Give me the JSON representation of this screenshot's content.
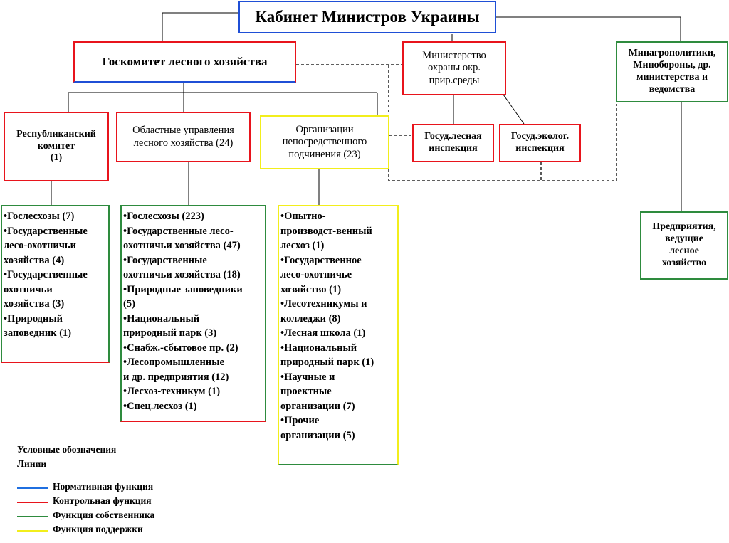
{
  "top": {
    "label": "Кабинет Министров Украины"
  },
  "goskomitet": {
    "label": "Госкомитет лесного хозяйства"
  },
  "ministry_env": {
    "label": "Министерство\nохраны окр.\nприр.среды"
  },
  "minagro": {
    "label": "Минагрополитики,\nМинобороны, др.\nминистерства и\nведомства"
  },
  "republic_committee": {
    "label": "Республиканский\nкомитет\n(1)"
  },
  "regional_admin": {
    "label": "Областные управления\nлесного хозяйства (24)"
  },
  "direct_orgs": {
    "label": "Организации\nнепосредственного\nподчинения (23)"
  },
  "forest_inspection": {
    "label": "Госуд.лесная\nинспекция"
  },
  "eco_inspection": {
    "label": "Госуд.эколог.\nинспекция"
  },
  "enterprises": {
    "label": "Предприятия,\nведущие\nлесное\nхозяйство"
  },
  "republic_list": [
    "•Гослесхозы (7)",
    "•Государственные\nлесо-охотничьи\nхозяйства (4)",
    "•Государственные\nохотничьи\nхозяйства (3)",
    "•Природный\nзаповедник (1)"
  ],
  "regional_list": [
    "•Гослесхозы (223)",
    "•Государственные лесо-\nохотничьи хозяйства (47)",
    "•Государственные\nохотничьи хозяйства (18)",
    "•Природные заповедники\n(5)",
    "•Национальный\nприродный парк (3)",
    "•Снабж.-сбытовое пр. (2)",
    "•Лесопромышленные\nи др. предприятия (12)",
    "•Лесхоз-техникум (1)",
    "•Спец.лесхоз (1)"
  ],
  "direct_list": [
    "•Опытно-\nпроизводст-венный\nлесхоз (1)",
    "•Государственное\nлесо-охотничье\nхозяйство (1)",
    "•Лесотехникумы и\nколледжи (8)",
    "•Лесная школа (1)",
    "•Национальный\nприродный парк (1)",
    "•Научные и\nпроектные\nорганизации (7)",
    "•Прочие\nорганизации (5)"
  ],
  "legend": {
    "title": "Условные обозначения",
    "subtitle": "Линии",
    "items": [
      {
        "label": "Нормативная функция",
        "color": "#1f6fe0"
      },
      {
        "label": "Контрольная функция",
        "color": "#e8141c"
      },
      {
        "label": "Функция собственника",
        "color": "#2e8b3e"
      },
      {
        "label": "Функция поддержки",
        "color": "#f2ee1c"
      }
    ]
  }
}
